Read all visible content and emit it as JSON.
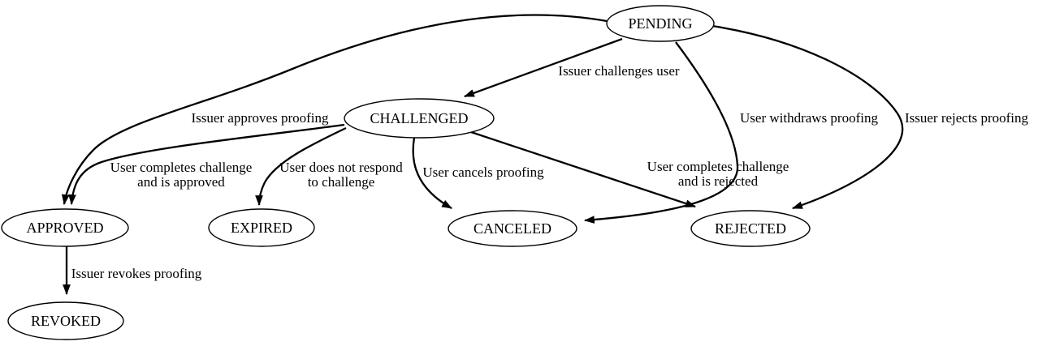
{
  "title": "Proofing state transition diagram",
  "colors": {
    "background": "#ffffff",
    "stroke": "#000000",
    "node_fill": "#ffffff",
    "text": "#000000"
  },
  "diagram": {
    "type": "state-machine",
    "nodes": {
      "pending": {
        "label": "PENDING"
      },
      "challenged": {
        "label": "CHALLENGED"
      },
      "approved": {
        "label": "APPROVED"
      },
      "expired": {
        "label": "EXPIRED"
      },
      "canceled": {
        "label": "CANCELED"
      },
      "rejected": {
        "label": "REJECTED"
      },
      "revoked": {
        "label": "REVOKED"
      }
    },
    "edges": {
      "pending_challenged": {
        "from": "PENDING",
        "to": "CHALLENGED",
        "label_lines": [
          "Issuer challenges user"
        ]
      },
      "pending_approved": {
        "from": "PENDING",
        "to": "APPROVED",
        "label_lines": [
          "Issuer approves proofing"
        ]
      },
      "pending_canceled": {
        "from": "PENDING",
        "to": "CANCELED",
        "label_lines": [
          "User withdraws proofing"
        ]
      },
      "pending_rejected": {
        "from": "PENDING",
        "to": "REJECTED",
        "label_lines": [
          "Issuer rejects proofing"
        ]
      },
      "challenged_approved": {
        "from": "CHALLENGED",
        "to": "APPROVED",
        "label_lines": [
          "User completes challenge",
          "and is approved"
        ]
      },
      "challenged_expired": {
        "from": "CHALLENGED",
        "to": "EXPIRED",
        "label_lines": [
          "User does not respond",
          "to challenge"
        ]
      },
      "challenged_canceled": {
        "from": "CHALLENGED",
        "to": "CANCELED",
        "label_lines": [
          "User cancels proofing"
        ]
      },
      "challenged_rejected": {
        "from": "CHALLENGED",
        "to": "REJECTED",
        "label_lines": [
          "User completes challenge",
          "and is rejected"
        ]
      },
      "approved_revoked": {
        "from": "APPROVED",
        "to": "REVOKED",
        "label_lines": [
          "Issuer revokes proofing"
        ]
      }
    }
  }
}
